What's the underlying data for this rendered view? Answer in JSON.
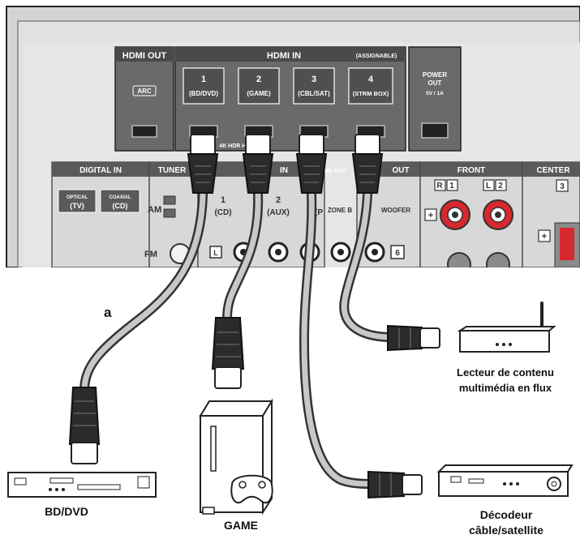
{
  "panel": {
    "hdmi_out": {
      "title": "HDMI OUT",
      "arc": "ARC"
    },
    "hdmi_in": {
      "title": "HDMI IN",
      "assignable": "(ASSIGNABLE)",
      "spec": "4K HDR HDCP 2.2",
      "ports": [
        {
          "num": "1",
          "label": "(BD/DVD)"
        },
        {
          "num": "2",
          "label": "(GAME)"
        },
        {
          "num": "3",
          "label": "(CBL/SAT)"
        },
        {
          "num": "4",
          "label": "(STRM BOX)"
        }
      ]
    },
    "power_out": {
      "line1": "POWER",
      "line2": "OUT",
      "rating": "5V / 1A"
    },
    "lower": {
      "digital_in": "DIGITAL IN",
      "optical": "OPTICAL",
      "optical_sub": "(TV)",
      "coaxial": "COAXIAL",
      "coaxial_sub": "(CD)",
      "tuner": "TUNER",
      "am": "AM",
      "fm": "FM",
      "audio_in": "IN",
      "audio_in_1_num": "1",
      "audio_in_1_label": "(CD)",
      "audio_in_2_num": "2",
      "audio_in_2_label": "(AUX)",
      "audio_in_3_label": "(P",
      "line_out": "LINE OUT",
      "zone_b": "ZONE B",
      "pre_out": "OUT",
      "subwoofer": "WOOFER",
      "front": "FRONT",
      "center": "CENTER",
      "front_r": "R",
      "front_r_num": "1",
      "front_l": "L",
      "front_l_num": "2",
      "center_num": "3",
      "l_label": "L",
      "sub_num": "6",
      "plus": "+"
    }
  },
  "callout": "a",
  "devices": {
    "bd_dvd": "BD/DVD",
    "game": "GAME",
    "streaming_line1": "Lecteur de contenu",
    "streaming_line2": "multimédia en flux",
    "decoder_line1": "Décodeur",
    "decoder_line2": "câble/satellite"
  },
  "colors": {
    "panel": "#5f5f5f",
    "panel_light": "#d9d9d9",
    "cable": "#bdbdbd",
    "connector": "#2b2b2b",
    "red_terminal": "#d6282e"
  }
}
